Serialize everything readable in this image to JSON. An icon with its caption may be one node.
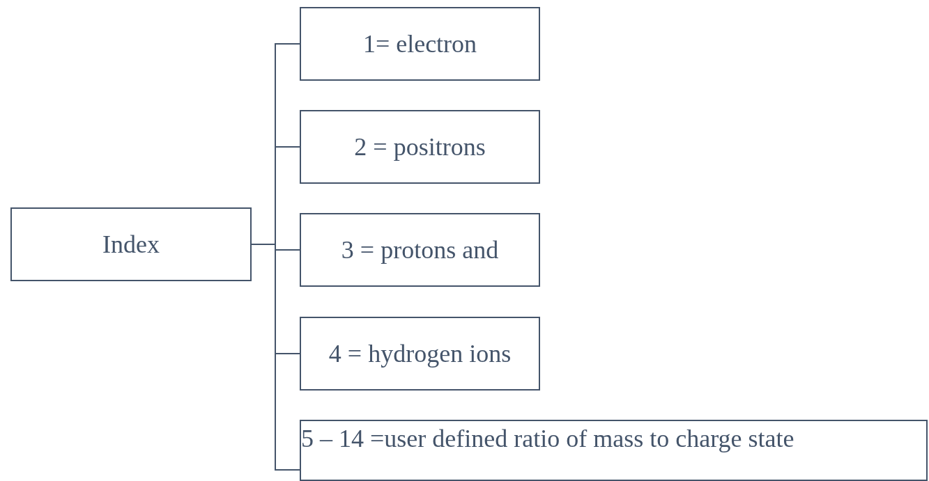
{
  "diagram": {
    "nodes": [
      {
        "text": [
          "Index"
        ]
      },
      {
        "text": [
          "1= electron"
        ]
      },
      {
        "text": [
          "2 = positrons"
        ]
      },
      {
        "text": [
          "3 = protons and"
        ]
      },
      {
        "text": [
          "4 = hydrogen ions"
        ]
      },
      {
        "text": [
          "5 – 14 =user defined ratio of mass to charge state"
        ]
      }
    ],
    "edges": [
      {
        "from": 0,
        "to": 1,
        "arrow": "none"
      },
      {
        "from": 0,
        "to": 2,
        "arrow": "none"
      },
      {
        "from": 0,
        "to": 3,
        "arrow": "none"
      },
      {
        "from": 0,
        "to": 4,
        "arrow": "none"
      },
      {
        "from": 0,
        "to": 5,
        "arrow": "none"
      }
    ]
  }
}
